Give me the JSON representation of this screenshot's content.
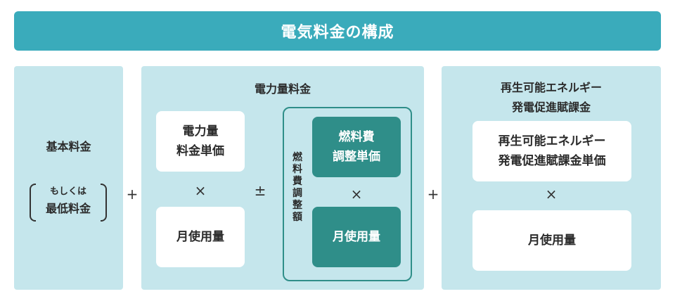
{
  "title": "電気料金の構成",
  "basic": {
    "heading": "基本料金",
    "alt_small": "もしくは",
    "alt_big": "最低料金"
  },
  "energy": {
    "heading": "電力量料金",
    "unit_price_line1": "電力量",
    "unit_price_line2": "料金単価",
    "usage": "月使用量",
    "fuel_label": "燃料費調整額",
    "fuel_unit_line1": "燃料費",
    "fuel_unit_line2": "調整単価",
    "fuel_usage": "月使用量"
  },
  "renewable": {
    "heading_line1": "再生可能エネルギー",
    "heading_line2": "発電促進賦課金",
    "unit_line1": "再生可能エネルギー",
    "unit_line2": "発電促進賦課金単価",
    "usage": "月使用量"
  },
  "operators": {
    "plus": "+",
    "times": "×",
    "plus_minus": "±"
  },
  "colors": {
    "title_bg": "#3aabbb",
    "panel_bg": "#c5e6ec",
    "dark_card": "#2f8e89"
  }
}
